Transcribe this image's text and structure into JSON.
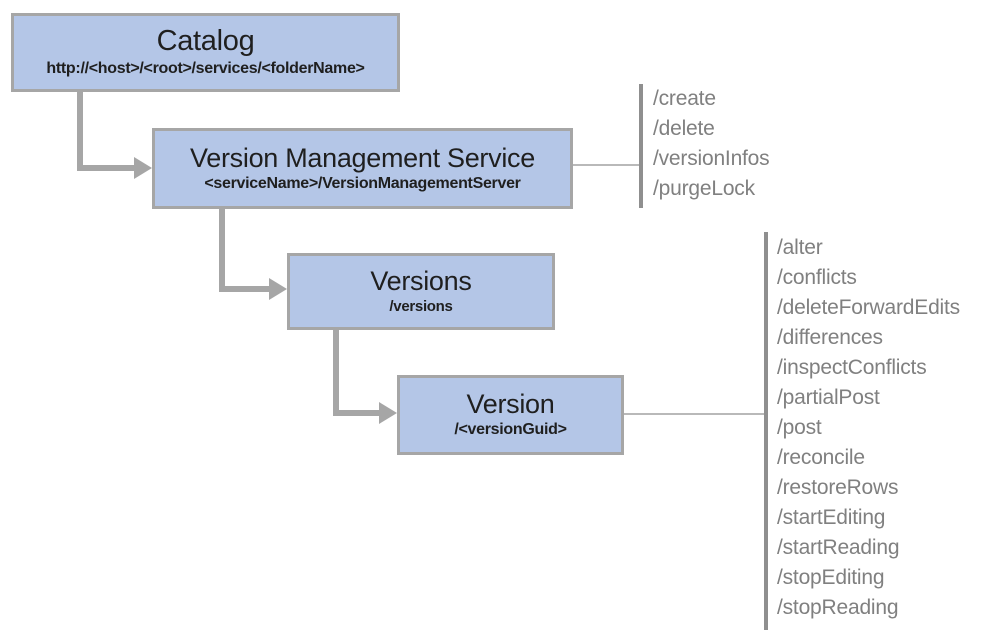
{
  "diagram": {
    "nodes": [
      {
        "id": "catalog",
        "title": "Catalog",
        "subtitle": "http://<host>/<root>/services/<folderName>"
      },
      {
        "id": "version-management-service",
        "title": "Version Management Service",
        "subtitle": "<serviceName>/VersionManagementServer",
        "operations": [
          "/create",
          "/delete",
          "/versionInfos",
          "/purgeLock"
        ]
      },
      {
        "id": "versions",
        "title": "Versions",
        "subtitle": "/versions"
      },
      {
        "id": "version",
        "title": "Version",
        "subtitle": "/<versionGuid>",
        "operations": [
          "/alter",
          "/conflicts",
          "/deleteForwardEdits",
          "/differences",
          "/inspectConflicts",
          "/partialPost",
          "/post",
          "/reconcile",
          "/restoreRows",
          "/startEditing",
          "/startReading",
          "/stopEditing",
          "/stopReading"
        ]
      }
    ],
    "colors": {
      "node_fill": "#b4c6e7",
      "node_border": "#a6a6a6",
      "connector": "#a6a6a6",
      "leader_line": "#b9b9b9",
      "list_bar": "#8f8f8f",
      "operation_text": "#808080",
      "node_text": "#1f1f1f",
      "background": "#ffffff"
    }
  }
}
